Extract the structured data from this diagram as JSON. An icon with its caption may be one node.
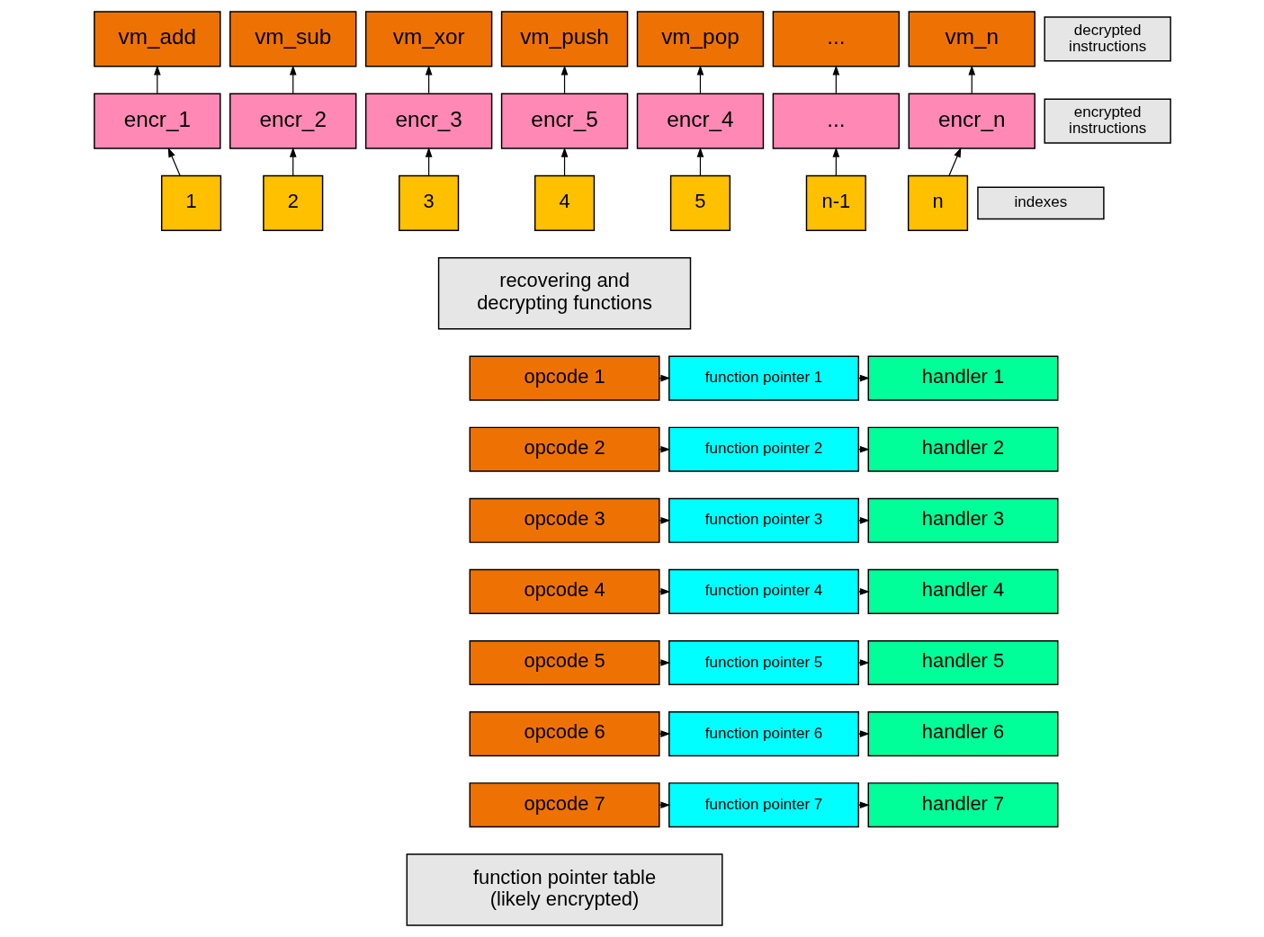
{
  "diagram": {
    "nodes": [
      {
        "text": [
          "vm_add"
        ]
      },
      {
        "text": [
          "vm_sub"
        ]
      },
      {
        "text": [
          "vm_xor"
        ]
      },
      {
        "text": [
          "vm_push"
        ]
      },
      {
        "text": [
          "vm_pop"
        ]
      },
      {
        "text": [
          "..."
        ]
      },
      {
        "text": [
          "vm_n"
        ]
      },
      {
        "text": [
          "decrypted instructions"
        ]
      },
      {
        "text": [
          "encr_1"
        ]
      },
      {
        "text": [
          "encr_2"
        ]
      },
      {
        "text": [
          "encr_3"
        ]
      },
      {
        "text": [
          "encr_5"
        ]
      },
      {
        "text": [
          "encr_4"
        ]
      },
      {
        "text": [
          "..."
        ]
      },
      {
        "text": [
          "encr_n"
        ]
      },
      {
        "text": [
          "encrypted instructions"
        ]
      },
      {
        "text": [
          "1"
        ]
      },
      {
        "text": [
          "2"
        ]
      },
      {
        "text": [
          "3"
        ]
      },
      {
        "text": [
          "4"
        ]
      },
      {
        "text": [
          "5"
        ]
      },
      {
        "text": [
          "n-1"
        ]
      },
      {
        "text": [
          "n"
        ]
      },
      {
        "text": [
          "indexes"
        ]
      },
      {
        "text": [
          "recovering and decrypting functions"
        ]
      },
      {
        "text": [
          "opcode 1"
        ]
      },
      {
        "text": [
          "function pointer 1"
        ]
      },
      {
        "text": [
          "handler 1"
        ]
      },
      {
        "text": [
          "opcode 2"
        ]
      },
      {
        "text": [
          "function pointer 2"
        ]
      },
      {
        "text": [
          "handler 2"
        ]
      },
      {
        "text": [
          "opcode 3"
        ]
      },
      {
        "text": [
          "function pointer 3"
        ]
      },
      {
        "text": [
          "handler 3"
        ]
      },
      {
        "text": [
          "opcode 4"
        ]
      },
      {
        "text": [
          "function pointer 4"
        ]
      },
      {
        "text": [
          "handler 4"
        ]
      },
      {
        "text": [
          "opcode 5"
        ]
      },
      {
        "text": [
          "function pointer 5"
        ]
      },
      {
        "text": [
          "handler 5"
        ]
      },
      {
        "text": [
          "opcode 6"
        ]
      },
      {
        "text": [
          "function pointer 6"
        ]
      },
      {
        "text": [
          "handler 6"
        ]
      },
      {
        "text": [
          "opcode 7"
        ]
      },
      {
        "text": [
          "function pointer 7"
        ]
      },
      {
        "text": [
          "handler 7"
        ]
      },
      {
        "text": [
          "function pointer table (likely encrypted)"
        ]
      }
    ],
    "edges": [
      {
        "from": 8,
        "to": 0,
        "arrow": "to"
      },
      {
        "from": 9,
        "to": 1,
        "arrow": "to"
      },
      {
        "from": 10,
        "to": 2,
        "arrow": "to"
      },
      {
        "from": 11,
        "to": 3,
        "arrow": "to"
      },
      {
        "from": 12,
        "to": 4,
        "arrow": "to"
      },
      {
        "from": 13,
        "to": 5,
        "arrow": "to"
      },
      {
        "from": 14,
        "to": 6,
        "arrow": "to"
      },
      {
        "from": 16,
        "to": 8,
        "arrow": "to"
      },
      {
        "from": 17,
        "to": 9,
        "arrow": "to"
      },
      {
        "from": 18,
        "to": 10,
        "arrow": "to"
      },
      {
        "from": 19,
        "to": 11,
        "arrow": "to"
      },
      {
        "from": 20,
        "to": 12,
        "arrow": "to"
      },
      {
        "from": 21,
        "to": 13,
        "arrow": "to"
      },
      {
        "from": 22,
        "to": 14,
        "arrow": "to"
      },
      {
        "from": 25,
        "to": 26,
        "arrow": "to"
      },
      {
        "from": 26,
        "to": 27,
        "arrow": "to"
      },
      {
        "from": 28,
        "to": 29,
        "arrow": "to"
      },
      {
        "from": 29,
        "to": 30,
        "arrow": "to"
      },
      {
        "from": 31,
        "to": 32,
        "arrow": "to"
      },
      {
        "from": 32,
        "to": 33,
        "arrow": "to"
      },
      {
        "from": 34,
        "to": 35,
        "arrow": "to"
      },
      {
        "from": 35,
        "to": 36,
        "arrow": "to"
      },
      {
        "from": 37,
        "to": 38,
        "arrow": "to"
      },
      {
        "from": 38,
        "to": 39,
        "arrow": "to"
      },
      {
        "from": 40,
        "to": 41,
        "arrow": "to"
      },
      {
        "from": 41,
        "to": 42,
        "arrow": "to"
      },
      {
        "from": 43,
        "to": 44,
        "arrow": "to"
      },
      {
        "from": 44,
        "to": 45,
        "arrow": "to"
      }
    ]
  }
}
